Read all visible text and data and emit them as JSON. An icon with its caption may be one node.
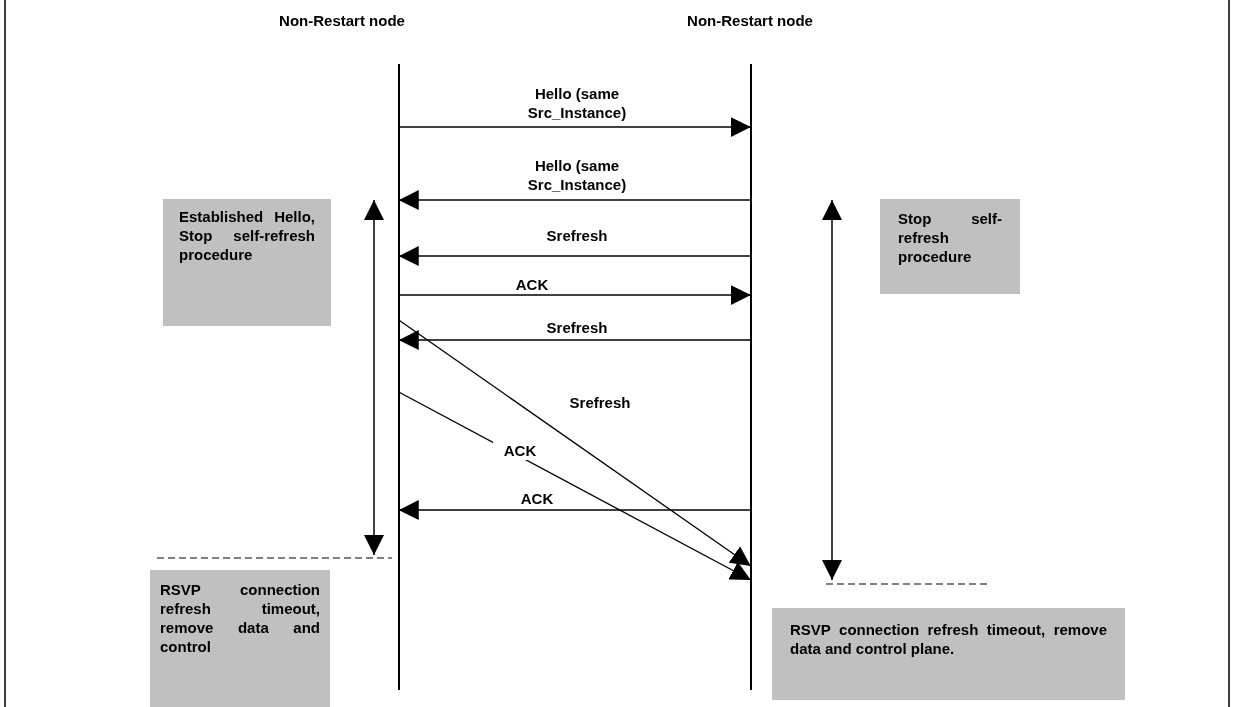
{
  "diagram": {
    "nodes": [
      {
        "text": [
          "Non-Restart node"
        ]
      },
      {
        "text": [
          "Non-Restart node"
        ]
      },
      {
        "text": [
          "Established Hello, Stop self-refresh procedure"
        ]
      },
      {
        "text": [
          "Stop self-refresh procedure"
        ]
      },
      {
        "text": [
          "RSVP connection refresh timeout, remove data and control"
        ]
      },
      {
        "text": [
          "RSVP connection refresh timeout, remove data and control plane."
        ]
      }
    ],
    "edges": [
      {
        "from": 0,
        "to": 1,
        "arrow": "to",
        "label": "Hello (same Src_Instance)"
      },
      {
        "from": 1,
        "to": 0,
        "arrow": "to",
        "label": "Hello (same Src_Instance)"
      },
      {
        "from": 1,
        "to": 0,
        "arrow": "to",
        "label": "Srefresh"
      },
      {
        "from": 0,
        "to": 1,
        "arrow": "to",
        "label": "ACK"
      },
      {
        "from": 0,
        "to": 1,
        "arrow": "to",
        "label": "Srefresh"
      },
      {
        "from": 1,
        "to": 0,
        "arrow": "to",
        "label": "Srefresh"
      },
      {
        "from": 0,
        "to": 1,
        "arrow": "to",
        "label": "ACK"
      },
      {
        "from": 1,
        "to": 0,
        "arrow": "to",
        "label": "ACK"
      }
    ]
  }
}
